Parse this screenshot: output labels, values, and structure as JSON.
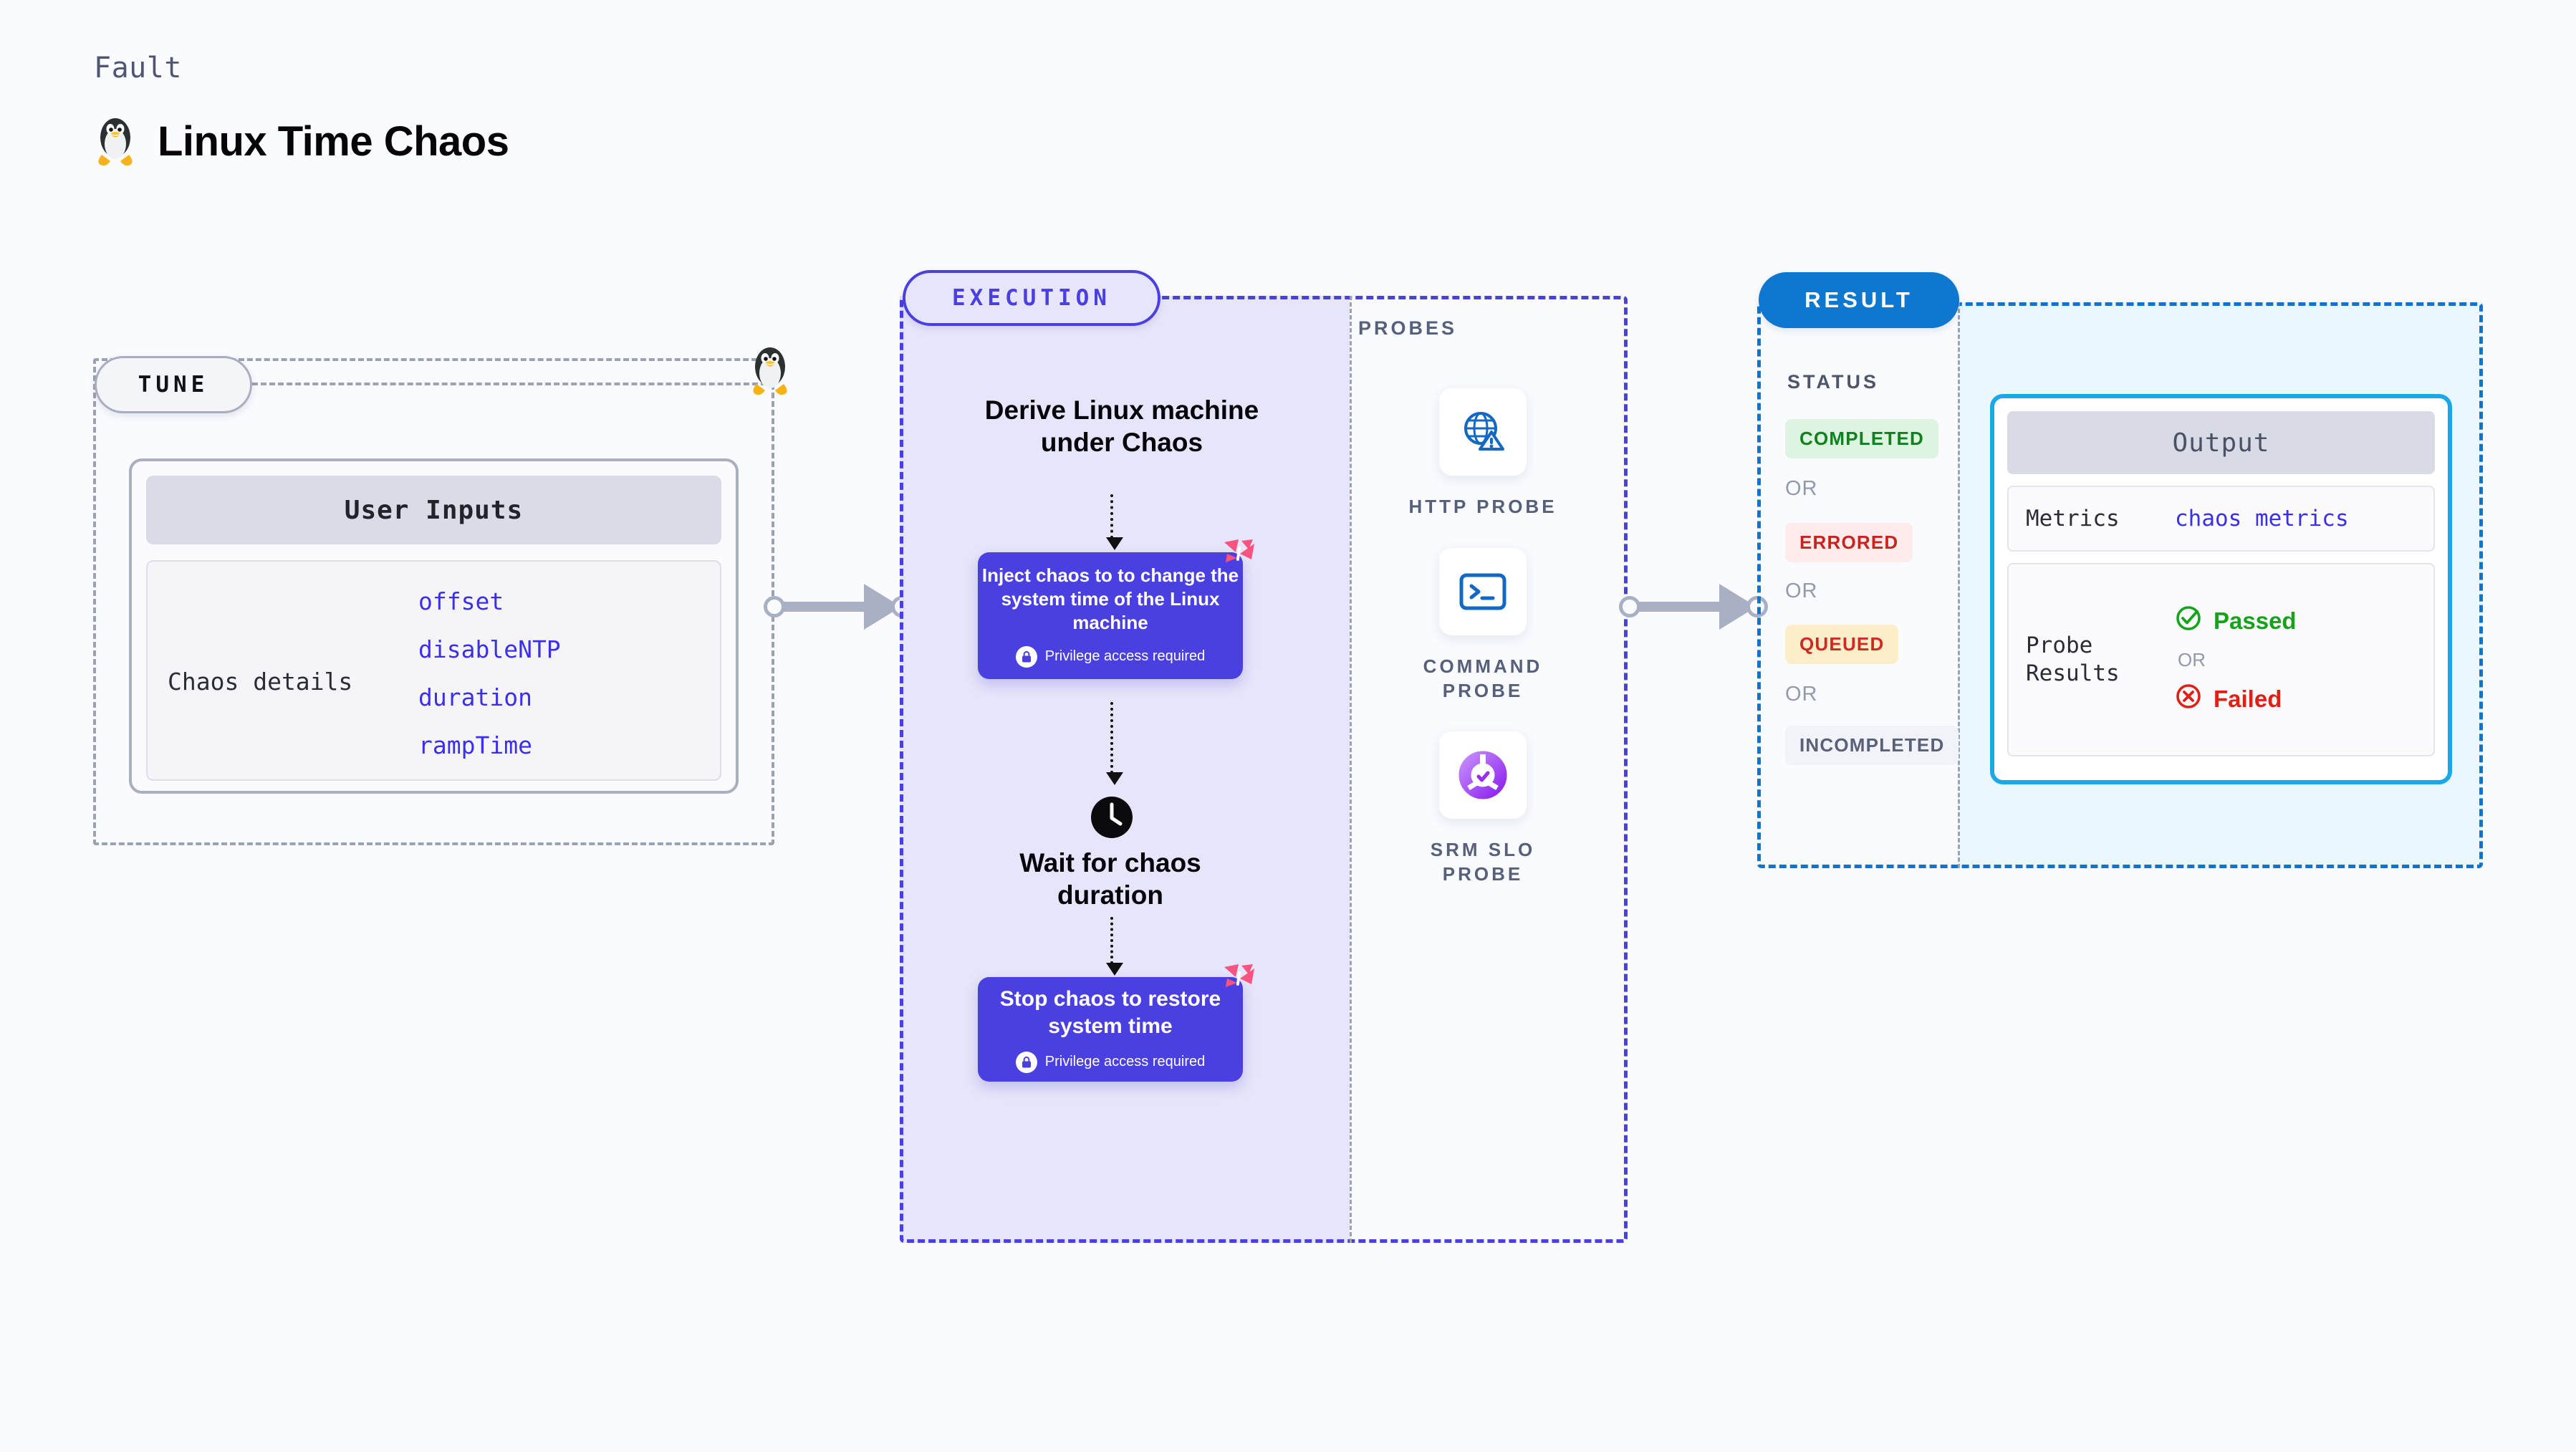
{
  "header": {
    "kicker": "Fault",
    "title": "Linux Time Chaos",
    "icon": "linux-penguin-icon"
  },
  "tune": {
    "pill_label": "TUNE",
    "card": {
      "header": "User Inputs",
      "details_label": "Chaos details",
      "params": [
        "offset",
        "disableNTP",
        "duration",
        "rampTime"
      ]
    }
  },
  "execution": {
    "pill_label": "EXECUTION",
    "title": "Derive Linux machine under Chaos",
    "steps": [
      {
        "id": "inject",
        "title": "Inject chaos to to change the system time of the Linux machine",
        "privilege_note": "Privilege access required"
      },
      {
        "id": "wait",
        "title": "Wait for chaos duration",
        "icon": "clock-icon"
      },
      {
        "id": "stop",
        "title": "Stop chaos to restore system time",
        "privilege_note": "Privilege access required"
      }
    ]
  },
  "probes": {
    "label": "PROBES",
    "items": [
      {
        "label": "HTTP PROBE",
        "icon": "globe-warning-icon"
      },
      {
        "label": "COMMAND PROBE",
        "icon": "terminal-icon"
      },
      {
        "label": "SRM SLO PROBE",
        "icon": "slo-donut-check-icon"
      }
    ]
  },
  "result": {
    "pill_label": "RESULT",
    "status_label": "STATUS",
    "or_label": "OR",
    "statuses": [
      {
        "label": "COMPLETED",
        "bg": "#ddf5e0",
        "fg": "#10811f"
      },
      {
        "label": "ERRORED",
        "bg": "#fdeceb",
        "fg": "#ca221c"
      },
      {
        "label": "QUEUED",
        "bg": "#fdeecb",
        "fg": "#cf2a22"
      },
      {
        "label": "INCOMPLETED",
        "bg": "#f2f3f8",
        "fg": "#59607a"
      }
    ],
    "output": {
      "header": "Output",
      "metrics_key": "Metrics",
      "metrics_value": "chaos metrics",
      "probe_results_key": "Probe Results",
      "verdicts": [
        {
          "label": "Passed",
          "icon": "check-circle-icon",
          "color": "#16a31c"
        },
        {
          "label": "Failed",
          "icon": "x-circle-icon",
          "color": "#de2015"
        }
      ],
      "or_label": "OR"
    }
  },
  "colors": {
    "background": "#fafbff",
    "execution_accent": "#4a3fe0",
    "execution_fill": "#e6e5fb",
    "result_accent": "#1273cf",
    "result_fill": "#eaf8fd",
    "tune_border": "#9aa2b4",
    "harness_mark": "#f9547f"
  }
}
